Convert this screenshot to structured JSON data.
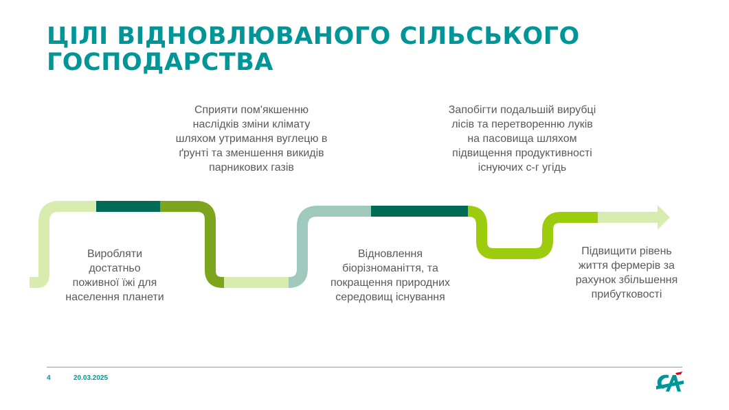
{
  "title": {
    "line1": "ЦІЛІ ВІДНОВЛЮВАНОГО СІЛЬСЬКОГО",
    "line2": "ГОСПОДАРСТВА"
  },
  "goals": {
    "g1": {
      "line1": "Виробляти",
      "line2": "достатньо",
      "line3": "поживної їжі для",
      "line4": "населення планети"
    },
    "g2": {
      "line1": "Сприяти пом'якшенню",
      "line2": "наслідків зміни клімату",
      "line3": "шляхом утримання вуглецю в",
      "line4": "ґрунті та зменшення викидів",
      "line5": "парникових газів"
    },
    "g3": {
      "line1": "Відновлення",
      "line2": "біорізноманіття, та",
      "line3": "покращення природних",
      "line4": "середовищ існування"
    },
    "g4": {
      "line1": "Запобігти подальшій вирубці",
      "line2": "лісів та перетворенню луків",
      "line3": "на пасовища шляхом",
      "line4": "підвищення продуктивності",
      "line5": "існуючих с-г угідь"
    },
    "g5": {
      "line1": "Підвищити рівень",
      "line2": "життя фермерів за",
      "line3": "рахунок збільшення",
      "line4": "прибутковості"
    }
  },
  "footer": {
    "page_number": "4",
    "date": "20.03.2025"
  },
  "colors": {
    "title": "#009597",
    "light_green": "#d8ecb0",
    "dark_teal": "#006b55",
    "olive_green": "#7ea31c",
    "sage": "#9ec9bc",
    "lime": "#9dcc0f"
  },
  "logo": {
    "icon": "credit-agricole-logo-icon"
  }
}
